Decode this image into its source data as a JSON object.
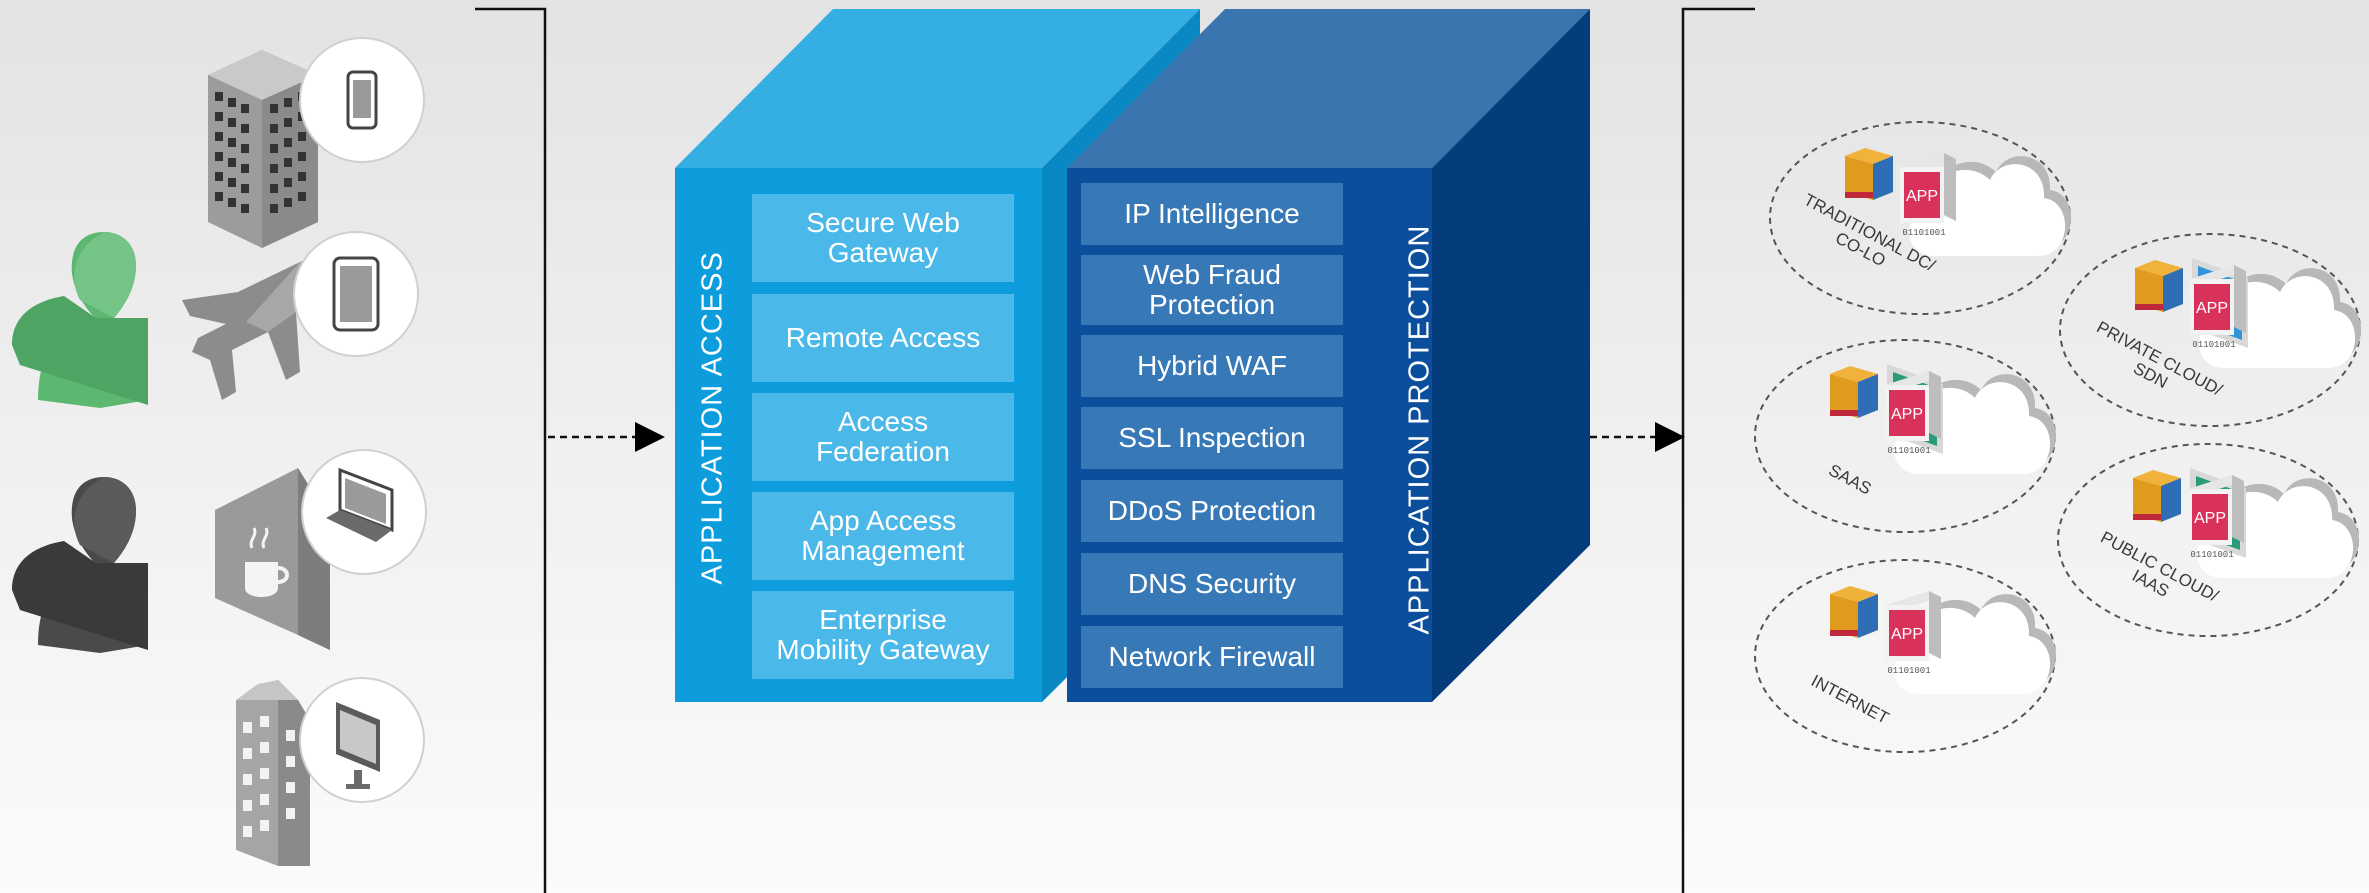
{
  "access_block": {
    "label": "APPLICATION ACCESS",
    "modules": [
      "Secure Web\nGateway",
      "Remote Access",
      "Access\nFederation",
      "App Access\nManagement",
      "Enterprise\nMobility Gateway"
    ]
  },
  "protection_block": {
    "label": "APPLICATION PROTECTION",
    "modules": [
      "IP Intelligence",
      "Web Fraud\nProtection",
      "Hybrid WAF",
      "SSL Inspection",
      "DDoS Protection",
      "DNS Security",
      "Network Firewall"
    ]
  },
  "clouds": [
    {
      "label": "TRADITIONAL DC/\nCO-LO",
      "app": "APP",
      "binary": "01101001"
    },
    {
      "label": "PRIVATE CLOUD/\nSDN",
      "app": "APP",
      "binary": "01101001"
    },
    {
      "label": "SAAS",
      "app": "APP",
      "binary": "01101001"
    },
    {
      "label": "PUBLIC CLOUD/\nIAAS",
      "app": "APP",
      "binary": "01101001"
    },
    {
      "label": "INTERNET",
      "app": "APP",
      "binary": "01101001"
    }
  ],
  "colors": {
    "access_front": "#0e9ddc",
    "access_top": "#35afe3",
    "protect_front": "#0b4f9c",
    "protect_top": "#3a75b0",
    "user_green": "#5cb870",
    "user_dark": "#4a4a4a",
    "app_red": "#d9325a"
  },
  "icons": {
    "users": [
      "user-green-icon",
      "user-dark-icon"
    ],
    "locations": [
      "office-building-icon",
      "airplane-icon",
      "home-coffee-icon",
      "apartment-building-icon"
    ],
    "devices": [
      "smartphone-icon",
      "tablet-icon",
      "laptop-icon",
      "desktop-monitor-icon"
    ]
  }
}
